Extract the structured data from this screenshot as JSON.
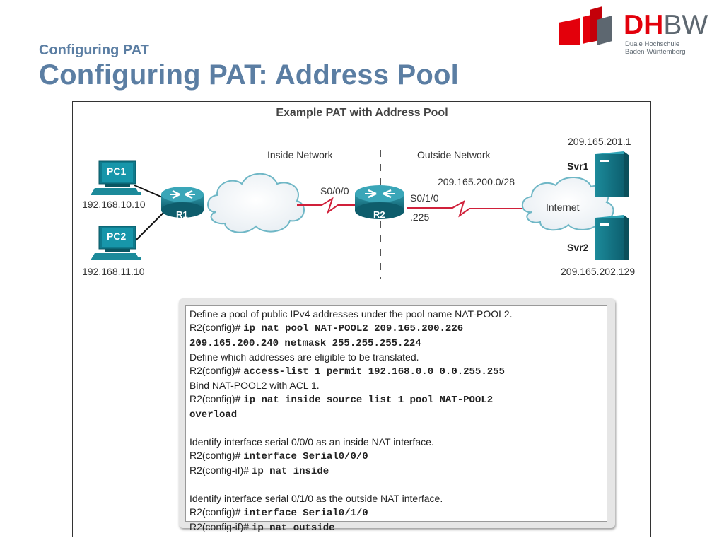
{
  "header": {
    "subtitle": "Configuring PAT",
    "title": "Configuring PAT: Address Pool"
  },
  "logo": {
    "brand_dh": "DH",
    "brand_bw": "BW",
    "line1": "Duale Hochschule",
    "line2": "Baden-Württemberg",
    "colors": {
      "red": "#e3000b",
      "gray": "#5d6770"
    }
  },
  "diagram": {
    "title": "Example PAT with Address Pool",
    "inside_label": "Inside Network",
    "outside_label": "Outside Network",
    "pc1": {
      "label": "PC1",
      "ip": "192.168.10.10"
    },
    "pc2": {
      "label": "PC2",
      "ip": "192.168.11.10"
    },
    "r1": "R1",
    "r2": "R2",
    "s000": "S0/0/0",
    "s010": "S0/1/0",
    "subnet": "209.165.200.0/28",
    "r2_host": ".225",
    "internet": "Internet",
    "svr1": {
      "label": "Svr1",
      "ip": "209.165.201.1"
    },
    "svr2": {
      "label": "Svr2",
      "ip": "209.165.202.129"
    }
  },
  "commands": [
    {
      "text": "Define a pool of public IPv4 addresses under the pool name NAT-POOL2."
    },
    {
      "prompt": "R2(config)# ",
      "cmd": "ip nat pool NAT-POOL2 209.165.200.226"
    },
    {
      "cmd": "209.165.200.240 netmask 255.255.255.224"
    },
    {
      "text": "Define which addresses are eligible to be translated."
    },
    {
      "prompt": "R2(config)# ",
      "cmd": "access-list 1 permit 192.168.0.0 0.0.255.255"
    },
    {
      "text": "Bind NAT-POOL2 with ACL 1."
    },
    {
      "prompt": "R2(config)# ",
      "cmd": "ip nat inside source list 1 pool NAT-POOL2"
    },
    {
      "cmd": "overload"
    },
    {
      "blank": true
    },
    {
      "text": "Identify interface serial 0/0/0 as an inside NAT interface."
    },
    {
      "prompt": "R2(config)# ",
      "cmd": "interface Serial0/0/0"
    },
    {
      "prompt": "R2(config-if)# ",
      "cmd": "ip nat inside"
    },
    {
      "blank": true
    },
    {
      "text": "Identify interface serial 0/1/0 as the outside NAT interface."
    },
    {
      "prompt": "R2(config)# ",
      "cmd": "interface Serial0/1/0"
    },
    {
      "prompt": "R2(config-if)# ",
      "cmd": "ip nat outside"
    }
  ]
}
